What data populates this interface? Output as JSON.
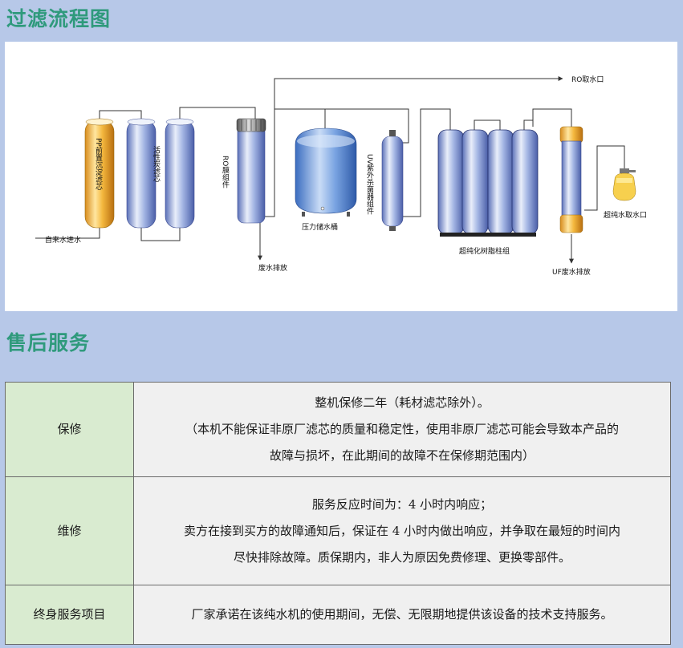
{
  "sections": {
    "flow_title": "过滤流程图",
    "service_title": "售后服务"
  },
  "diagram": {
    "labels": {
      "tap_water_in": "自来水进水",
      "pp_filter": "PP前置沉淀滤芯",
      "carbon_filter": "活性炭滤芯",
      "ro_membrane": "RO膜组件",
      "waste_drain": "废水排放",
      "pressure_tank": "压力储水桶",
      "uv_sterilizer": "UV紫外杀菌器组件",
      "ro_outlet": "RO取水口",
      "resin_column": "超纯化树脂柱组",
      "uf_drain": "UF废水排放",
      "ultrapure_outlet": "超纯水取水口"
    },
    "colors": {
      "pp_filter": "#f2b43c",
      "blue_filter": "#8ea4dc",
      "tank": "#5e8fd6",
      "pipe": "#333333"
    }
  },
  "service": {
    "rows": [
      {
        "key": "保修",
        "lines": [
          "整机保修二年（耗材滤芯除外）。",
          "（本机不能保证非原厂滤芯的质量和稳定性，使用非原厂滤芯可能会导致本产品的",
          "故障与损坏，在此期间的故障不在保修期范围内）"
        ]
      },
      {
        "key": "维修",
        "lines": [
          "服务反应时间为：4 小时内响应；",
          "卖方在接到买方的故障通知后，保证在 4 小时内做出响应，并争取在最短的时间内",
          "尽快排除故障。质保期内，非人为原因免费修理、更换零部件。"
        ]
      },
      {
        "key": "终身服务项目",
        "lines": [
          "厂家承诺在该纯水机的使用期间，无偿、无限期地提供该设备的技术支持服务。"
        ]
      }
    ]
  }
}
